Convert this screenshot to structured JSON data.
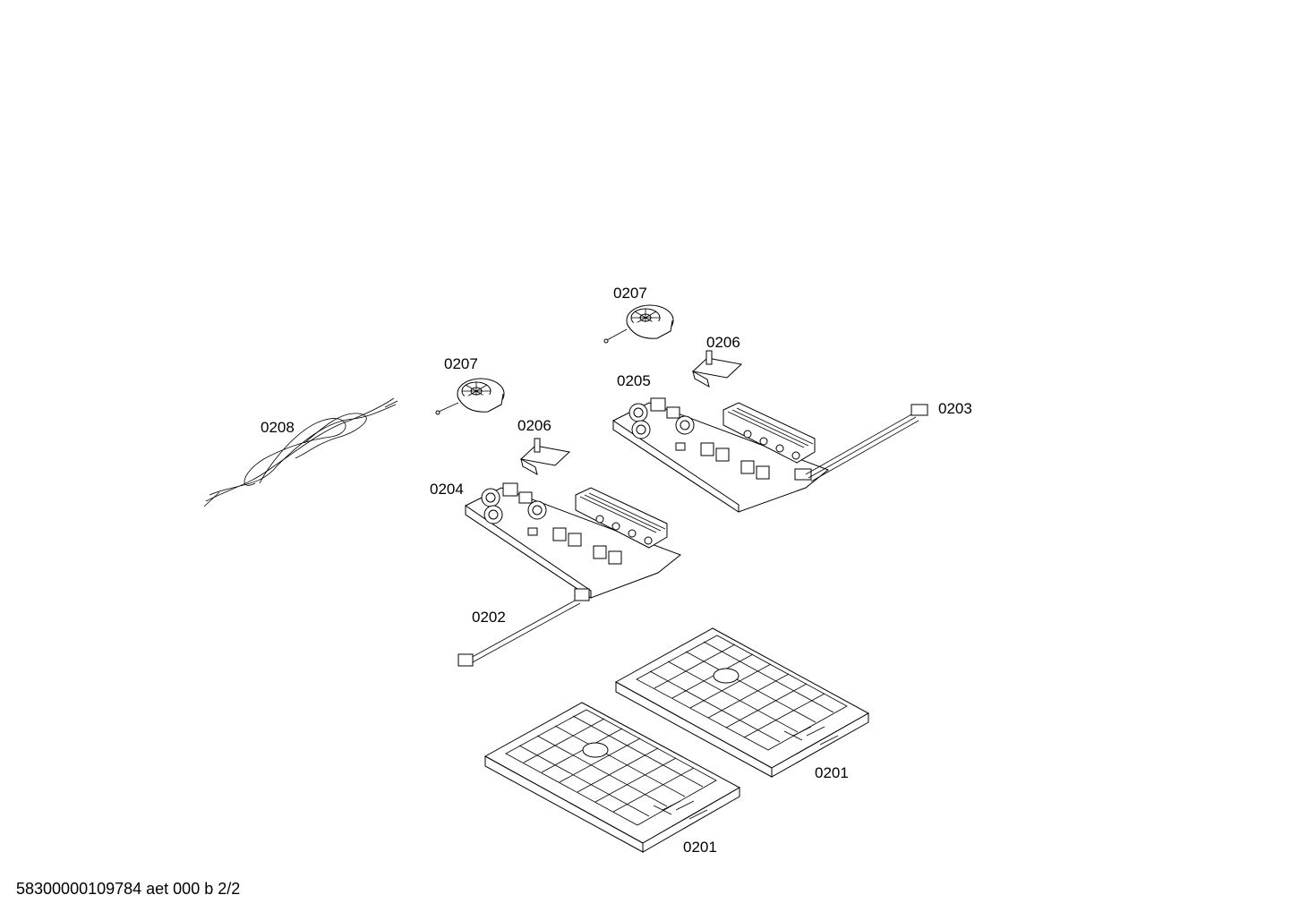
{
  "parts": [
    {
      "id": "p-0201a",
      "label": "0201",
      "name": "housing-tray"
    },
    {
      "id": "p-0201b",
      "label": "0201",
      "name": "housing-tray"
    },
    {
      "id": "p-0202",
      "label": "0202",
      "name": "ribbon-cable"
    },
    {
      "id": "p-0203",
      "label": "0203",
      "name": "ribbon-cable"
    },
    {
      "id": "p-0204",
      "label": "0204",
      "name": "power-module-board"
    },
    {
      "id": "p-0205",
      "label": "0205",
      "name": "power-module-board"
    },
    {
      "id": "p-0206a",
      "label": "0206",
      "name": "temperature-sensor"
    },
    {
      "id": "p-0206b",
      "label": "0206",
      "name": "temperature-sensor"
    },
    {
      "id": "p-0207a",
      "label": "0207",
      "name": "fan"
    },
    {
      "id": "p-0207b",
      "label": "0207",
      "name": "fan"
    },
    {
      "id": "p-0208",
      "label": "0208",
      "name": "cable-twisted"
    }
  ],
  "footer": {
    "doc_id": "58300000109784 aet 000 b 2/2"
  }
}
